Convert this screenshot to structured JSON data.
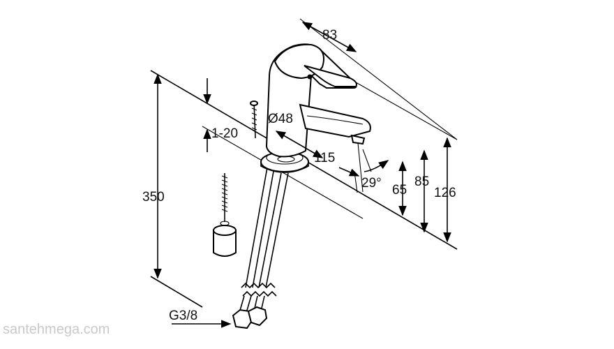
{
  "dimensions": {
    "spout_length": "83",
    "body_diameter": "Ø48",
    "mount_thickness": "1-20",
    "spout_projection": "115",
    "spout_angle": "29°",
    "total_height": "350",
    "outlet_height": "65",
    "spout_height": "85",
    "overall_height": "126",
    "connection_thread": "G3/8"
  },
  "watermark": "santehmega.com"
}
